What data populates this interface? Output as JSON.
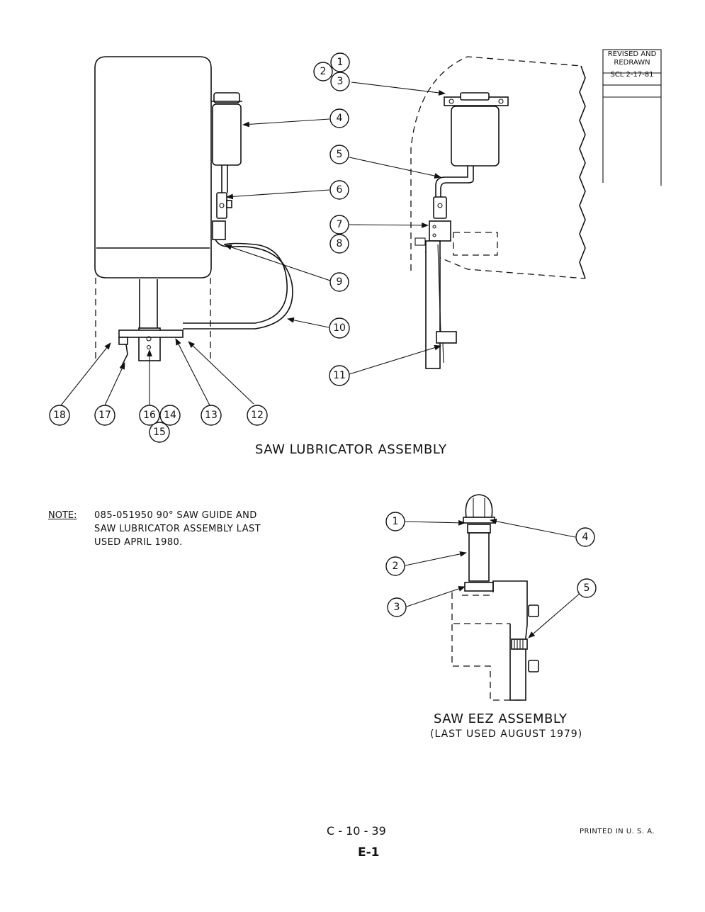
{
  "revision": {
    "line1": "REVISED AND",
    "line2": "REDRAWN",
    "line3": "SCL 2-17-81"
  },
  "lubricator": {
    "title": "SAW LUBRICATOR ASSEMBLY",
    "callouts": [
      "1",
      "2",
      "3",
      "4",
      "5",
      "6",
      "7",
      "8",
      "9",
      "10",
      "11",
      "12",
      "13",
      "14",
      "15",
      "16",
      "17",
      "18"
    ]
  },
  "note": {
    "label": "NOTE:",
    "lines": [
      "085-051950  90° SAW GUIDE AND",
      "SAW LUBRICATOR ASSEMBLY LAST",
      "USED APRIL 1980."
    ]
  },
  "saw_eez": {
    "title": "SAW EEZ ASSEMBLY",
    "subtitle": "(LAST USED AUGUST 1979)",
    "callouts": [
      "1",
      "2",
      "3",
      "4",
      "5"
    ]
  },
  "footer": {
    "page_number": "C - 10 - 39",
    "section": "E-1",
    "printed": "PRINTED  IN  U. S. A."
  }
}
